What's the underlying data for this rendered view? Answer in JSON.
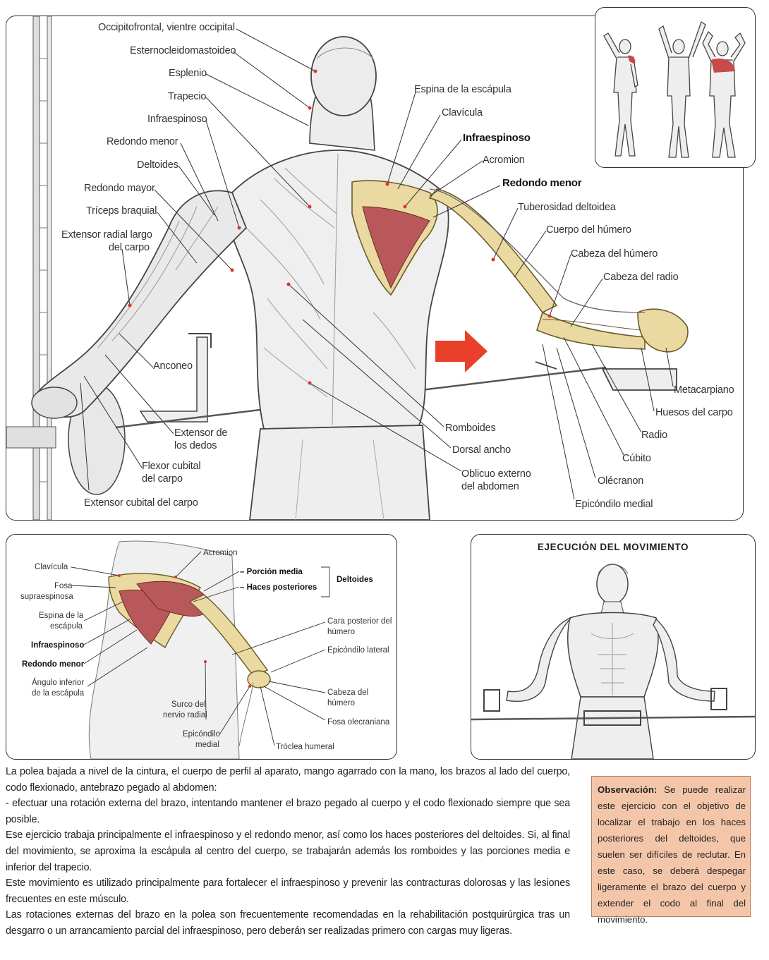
{
  "main_labels_left": [
    "Occipitofrontal, vientre occipital",
    "Esternocleidomastoideo",
    "Esplenio",
    "Trapecio",
    "Infraespinoso",
    "Redondo menor",
    "Deltoides",
    "Redondo mayor",
    "Tríceps braquial",
    "Extensor radial largo",
    "del carpo",
    "Anconeo",
    "Extensor de",
    "los dedos",
    "Flexor cubital",
    "del carpo",
    "Extensor cubital del carpo"
  ],
  "main_labels_right": [
    "Espina de la escápula",
    "Clavícula",
    "Infraespinoso",
    "Acromion",
    "Redondo menor",
    "Tuberosidad deltoidea",
    "Cuerpo del húmero",
    "Cabeza del húmero",
    "Cabeza del radio",
    "Metacarpiano",
    "Huesos  del carpo",
    "Radio",
    "Cúbito",
    "Olécranon",
    "Epicóndilo medial",
    "Romboides",
    "Dorsal ancho",
    "Oblicuo externo",
    "del abdomen"
  ],
  "detail_labels": {
    "clavicula": "Clavícula",
    "fosa": "Fosa",
    "fosa2": "supraespinosa",
    "espina": "Espina de la",
    "espina2": "escápula",
    "infra": "Infraespinoso",
    "redondo": "Redondo menor",
    "angulo": "Ángulo inferior",
    "angulo2": "de la escápula",
    "surco": "Surco del",
    "surco2": "nervio radial",
    "epicondilo": "Epicóndilo",
    "epicondilo2": "medial",
    "troclea": "Tróclea humeral",
    "acromion": "Acromion",
    "porcion": "– Porción media",
    "haces": "– Haces posteriores",
    "deltoides": "Deltoides",
    "cara": "Cara posterior del",
    "cara2": "húmero",
    "lateral": "Epicóndilo lateral",
    "cabeza": "Cabeza del",
    "cabeza2": "húmero",
    "fosa_olec": "Fosa olecraniana"
  },
  "execution": {
    "title": "EJECUCIÓN DEL MOVIMIENTO"
  },
  "body_paragraphs": [
    "La polea bajada a nivel de la cintura, el cuerpo de perfil al aparato, mango agarrado con la mano, los brazos al lado del cuerpo, codo flexionado, antebrazo pegado al abdomen:",
    "- efectuar una rotación externa del brazo, intentando mantener el brazo pegado al cuerpo y el codo flexionado siempre que sea posible.",
    "Ese ejercicio trabaja principalmente el infraespinoso y el redondo menor, así como los haces posteriores del deltoides. Si, al final del movimiento, se aproxima la escápula al centro del cuerpo, se trabajarán además los romboides y las porciones media e inferior del trapecio.",
    "Este movimiento es utilizado principalmente para fortalecer el infraespinoso y prevenir las contracturas dolorosas y las lesiones frecuentes en este músculo.",
    "Las rotaciones externas del brazo en la polea son frecuentemente recomendadas en la rehabilitación postquirúrgica tras un desgarro o un arrancamiento parcial del infraespinoso, pero deberán ser realizadas primero con cargas muy ligeras."
  ],
  "observation": {
    "label": "Observación:",
    "text": " Se puede realizar este ejercicio con el objetivo de localizar el trabajo en los haces posteriores del deltoides, que suelen ser difíciles de reclutar. En este caso, se deberá despegar ligeramente el brazo del cuerpo y extender el codo al final del movimiento."
  },
  "colors": {
    "arrow": "#e8402a",
    "muscle_highlight": "#c94a4a",
    "bone": "#e9dfa0",
    "observation_bg": "#f4c6a9"
  }
}
